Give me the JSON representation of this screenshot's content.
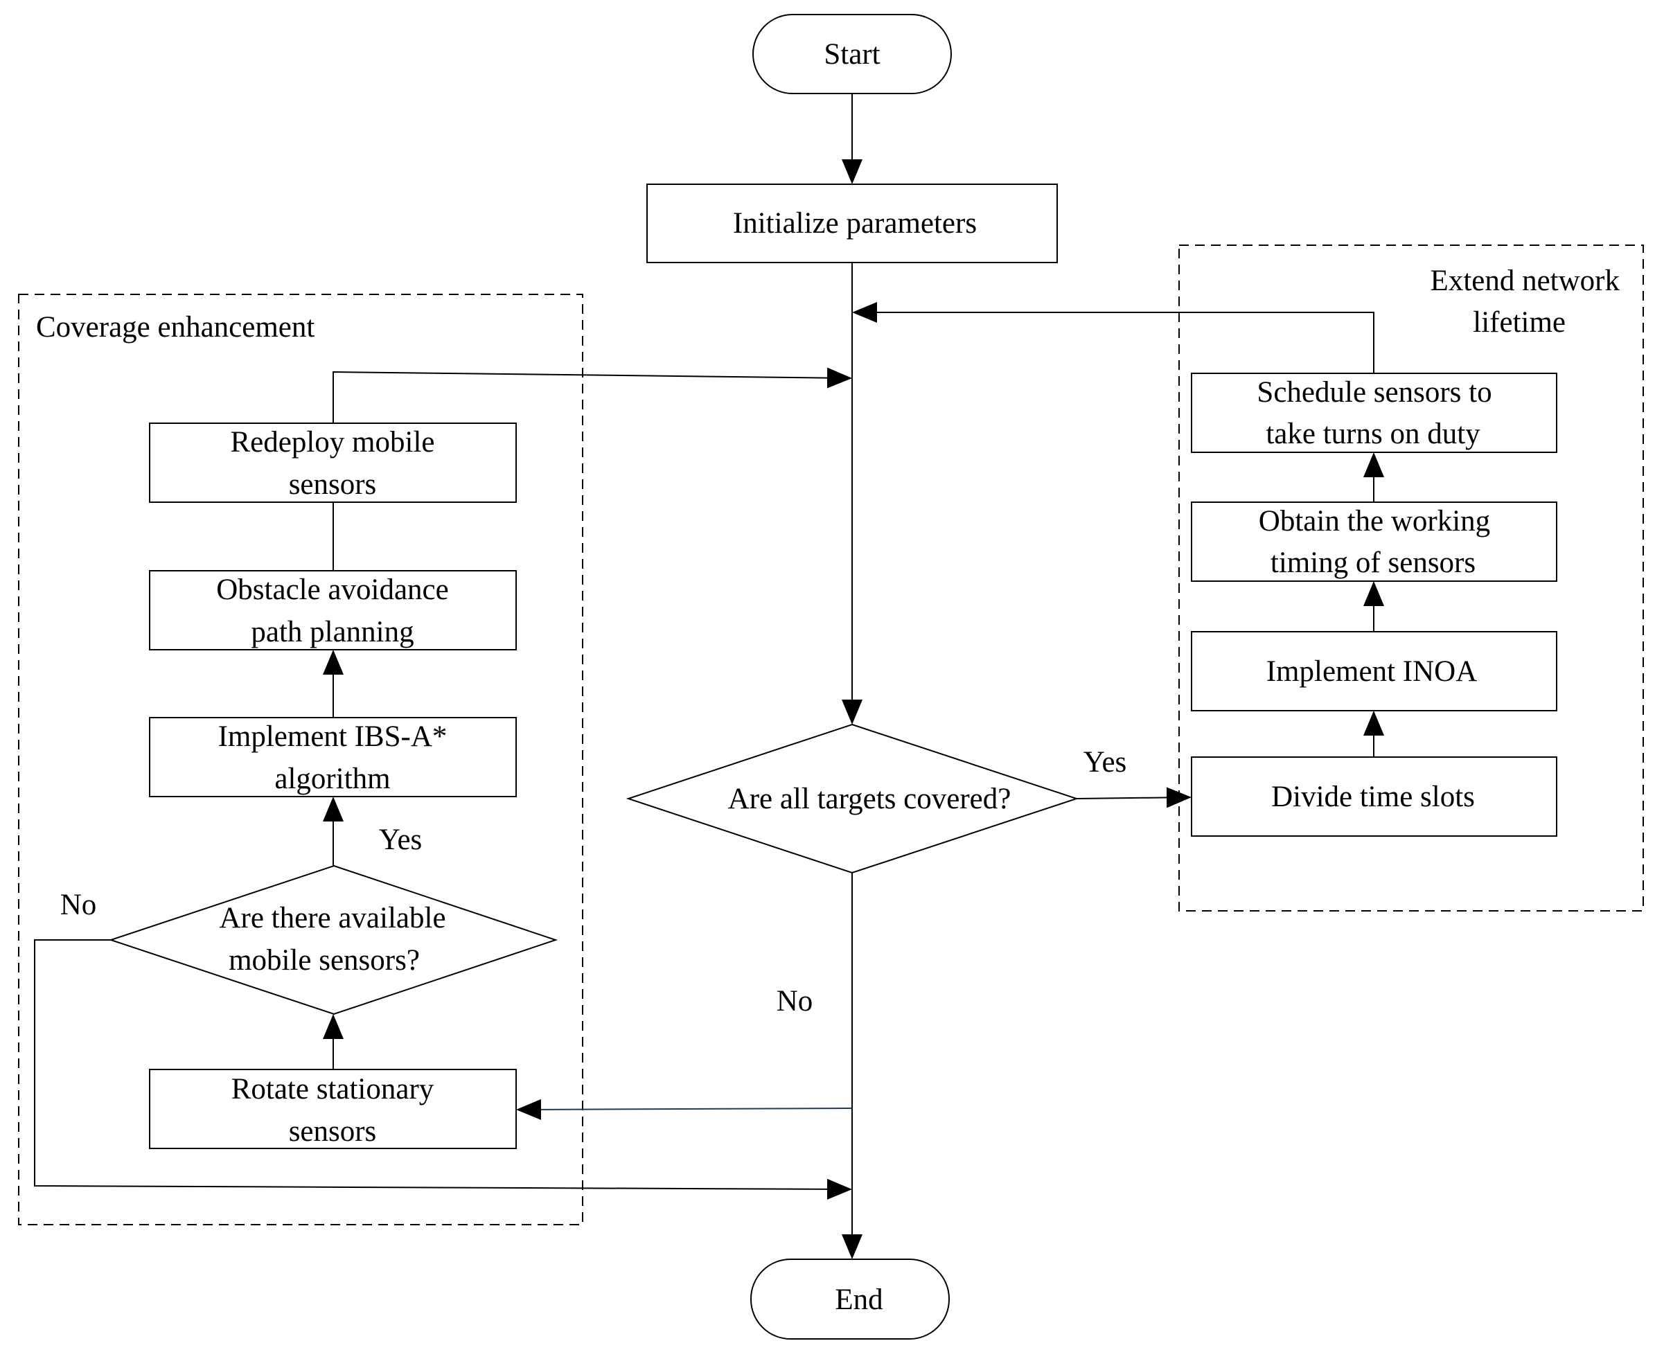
{
  "diagram": {
    "nodes": {
      "start": "Start",
      "init": "Initialize parameters",
      "decision_targets": "Are all targets covered?",
      "end": "End",
      "redeploy": [
        "Redeploy mobile",
        "sensors"
      ],
      "obstacle": [
        "Obstacle avoidance",
        "path planning"
      ],
      "ibs": [
        "Implement IBS-A*",
        "algorithm"
      ],
      "decision_mobile": [
        "Are there available",
        "mobile sensors?"
      ],
      "rotate": [
        "Rotate stationary",
        "sensors"
      ],
      "schedule": [
        "Schedule sensors to",
        "take turns on duty"
      ],
      "obtain": [
        "Obtain the working",
        "timing of sensors"
      ],
      "inoa": "Implement INOA",
      "divide": "Divide time slots"
    },
    "groups": {
      "coverage": "Coverage enhancement",
      "extend": [
        "Extend network",
        "lifetime"
      ]
    },
    "edge_labels": {
      "yes_right": "Yes",
      "no_down": "No",
      "yes_up": "Yes",
      "no_left": "No"
    }
  },
  "colors": {
    "stroke": "#000000",
    "background": "#ffffff",
    "rotate_arrow": "#1f3b57"
  }
}
